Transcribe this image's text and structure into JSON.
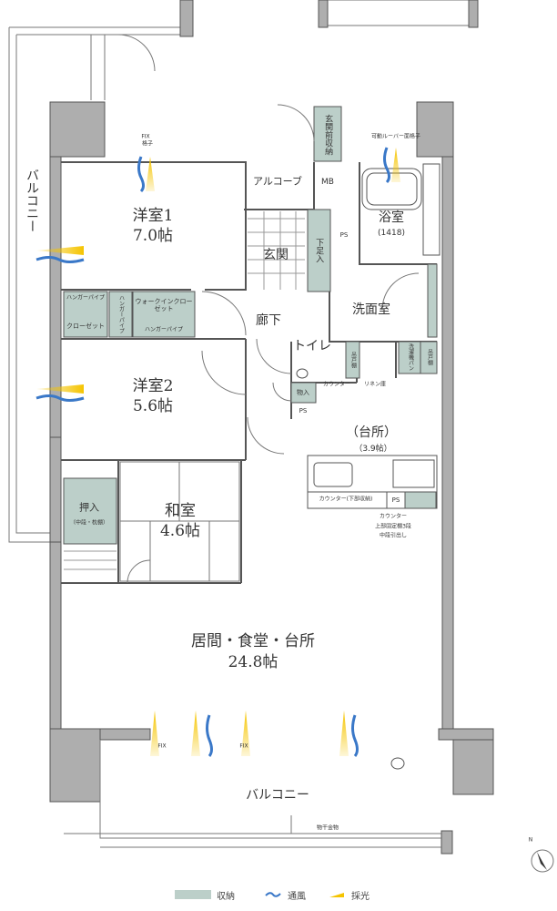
{
  "rooms": {
    "western1": {
      "name": "洋室1",
      "size": "7.0帖"
    },
    "western2": {
      "name": "洋室2",
      "size": "5.6帖"
    },
    "japanese": {
      "name": "和室",
      "size": "4.6帖"
    },
    "ldk": {
      "name": "居間・食堂・台所",
      "size": "24.8帖"
    },
    "kitchen": {
      "name": "（台所）",
      "size": "（3.9帖）"
    },
    "bath": {
      "name": "浴室",
      "size": "(1418)"
    },
    "washroom": {
      "name": "洗面室"
    },
    "toilet": {
      "name": "トイレ"
    },
    "entrance": {
      "name": "玄関"
    },
    "hallway": {
      "name": "廊下"
    },
    "alcove": {
      "name": "アルコーブ"
    }
  },
  "labels": {
    "mb": "MB",
    "ps": "PS",
    "entrance_storage": "玄関前収納",
    "shoe_storage": "下足入",
    "hanger_pipe": "ハンガーパイプ",
    "closet": "クローゼット",
    "walkin": "ウォークインクローゼット",
    "oshiire": "押入",
    "oshiire_note": "（中段・枕棚）",
    "monoire": "物入",
    "counter": "カウンター",
    "linen": "リネン庫",
    "hanging_shelf": "吊戸棚",
    "washer_pan": "洗濯機パン",
    "counter_lower": "カウンター(下部収納)",
    "counter_note1": "カウンター",
    "counter_note2": "上部固定棚3段",
    "counter_note3": "中段引出し",
    "fix": "FIX",
    "fix_lattice": "格子",
    "louver": "可動ルーバー面格子",
    "balcony": "バルコニー",
    "drying": "物干金物",
    "north": "N"
  },
  "legend": {
    "storage": "収納",
    "ventilation": "通風",
    "daylight": "採光"
  },
  "colors": {
    "wall": "#aeaeae",
    "storage": "#bccfc9",
    "ventilation": "#3a78c8",
    "daylight": "#f5c400",
    "line": "#555555"
  }
}
